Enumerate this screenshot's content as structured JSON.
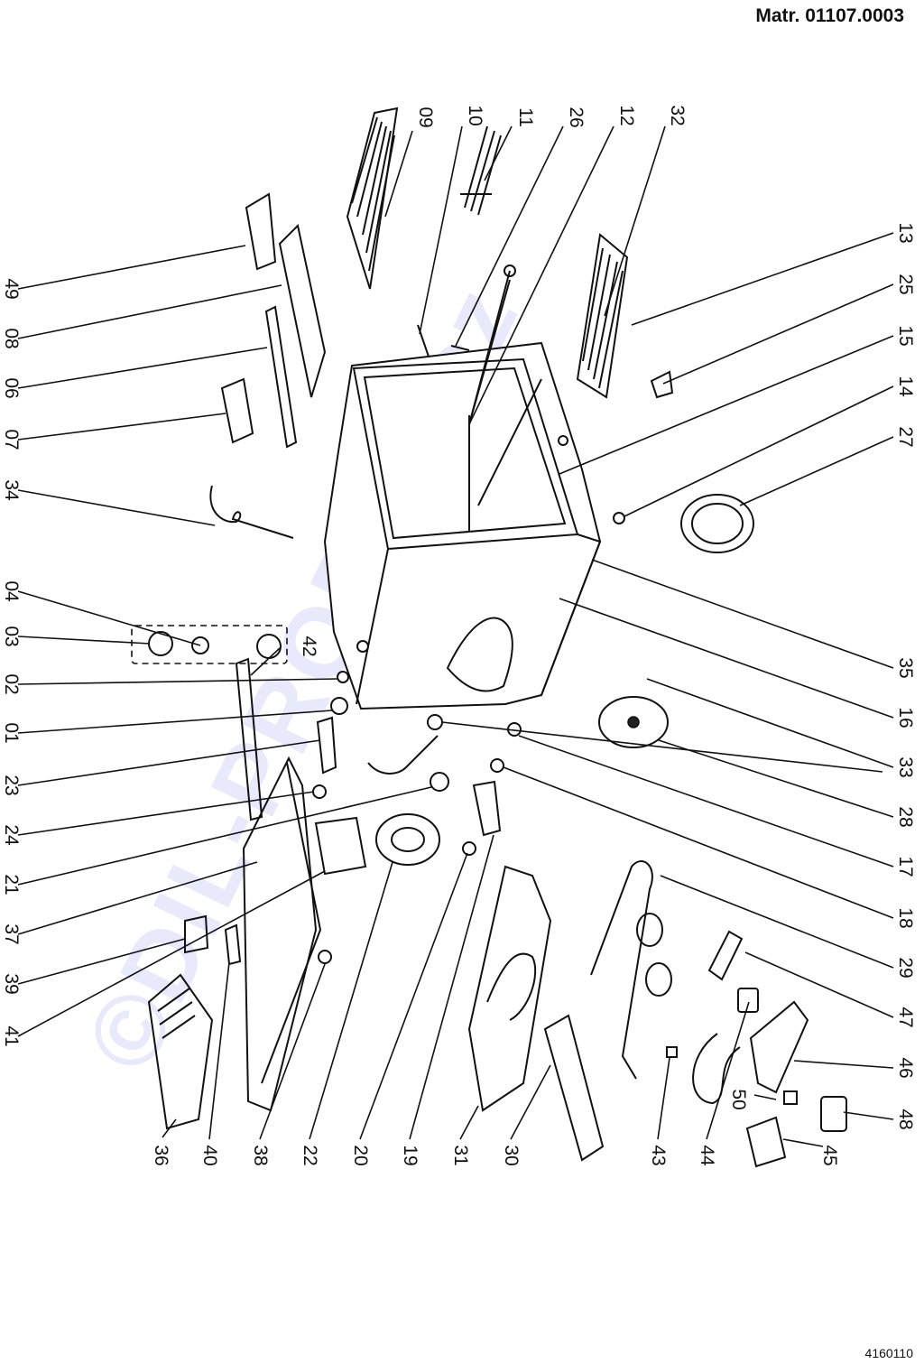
{
  "header": {
    "material_number": "Matr. 01107.0003"
  },
  "footer": {
    "figure_code": "4160110"
  },
  "watermark": {
    "text": "©DIL-PRODEJ.cz"
  },
  "part_labels": [
    "09",
    "10",
    "11",
    "26",
    "12",
    "32",
    "13",
    "25",
    "15",
    "14",
    "27",
    "49",
    "08",
    "06",
    "07",
    "34",
    "04",
    "03",
    "42",
    "02",
    "01",
    "23",
    "24",
    "21",
    "37",
    "39",
    "41",
    "36",
    "40",
    "38",
    "22",
    "20",
    "19",
    "31",
    "30",
    "43",
    "44",
    "45",
    "48",
    "50",
    "46",
    "47",
    "29",
    "18",
    "17",
    "28",
    "33",
    "16",
    "35"
  ]
}
